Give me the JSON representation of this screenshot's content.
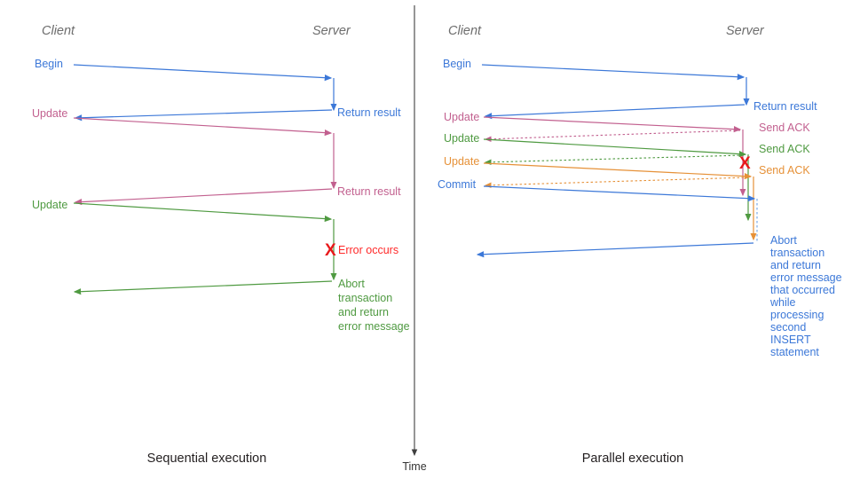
{
  "colors": {
    "blue": "#3c78d8",
    "pink": "#c2608f",
    "green": "#4f9a41",
    "orange": "#e69138",
    "red": "#e8191b",
    "red_text": "#ff2a2a",
    "lane_title": "#6d6d6d",
    "caption": "#231f20",
    "divider": "#3f3f3f",
    "time_axis": "#3f3f3f"
  },
  "divider": {
    "name": "panel-divider"
  },
  "time_axis": {
    "label": "Time"
  },
  "left_panel": {
    "caption": "Sequential execution",
    "lanes": {
      "client": "Client",
      "server": "Server"
    },
    "messages": [
      {
        "label": "Begin",
        "color_key": "blue",
        "side": "client"
      },
      {
        "label": "Return result",
        "color_key": "blue",
        "side": "server"
      },
      {
        "label": "Update",
        "color_key": "pink",
        "side": "client"
      },
      {
        "label": "Return result",
        "color_key": "pink",
        "side": "server"
      },
      {
        "label": "Update",
        "color_key": "green",
        "side": "client"
      }
    ],
    "error": {
      "marker": "X",
      "label": "Error occurs"
    },
    "abort_note": {
      "color_key": "green",
      "lines": [
        "Abort",
        "transaction",
        "and return",
        "error message"
      ]
    }
  },
  "right_panel": {
    "caption": "Parallel execution",
    "lanes": {
      "client": "Client",
      "server": "Server"
    },
    "messages": [
      {
        "label": "Begin",
        "color_key": "blue",
        "side": "client"
      },
      {
        "label": "Return result",
        "color_key": "blue",
        "side": "server"
      },
      {
        "label": "Update",
        "color_key": "pink",
        "side": "client"
      },
      {
        "label": "Send ACK",
        "color_key": "pink",
        "side": "server"
      },
      {
        "label": "Update",
        "color_key": "green",
        "side": "client"
      },
      {
        "label": "Send ACK",
        "color_key": "green",
        "side": "server"
      },
      {
        "label": "Update",
        "color_key": "orange",
        "side": "client"
      },
      {
        "label": "Send ACK",
        "color_key": "orange",
        "side": "server"
      },
      {
        "label": "Commit",
        "color_key": "blue",
        "side": "client"
      }
    ],
    "error": {
      "marker": "X"
    },
    "abort_note": {
      "color_key": "blue",
      "lines": [
        "Abort",
        "transaction",
        "and return",
        "error message",
        "that occurred",
        "while",
        "processing",
        "second",
        "INSERT",
        "statement"
      ]
    }
  }
}
